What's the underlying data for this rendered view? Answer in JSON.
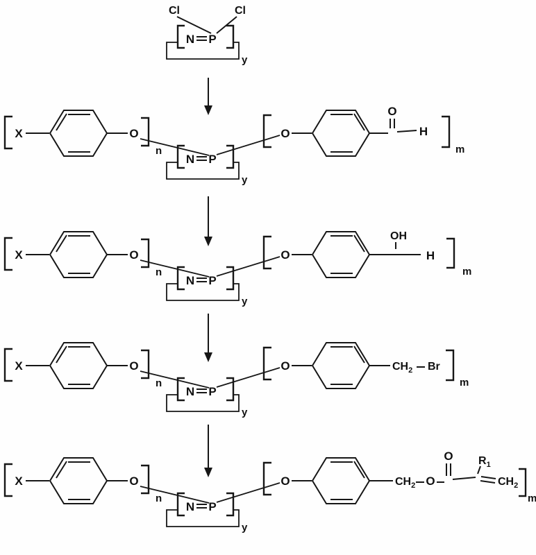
{
  "scheme": {
    "kind": "chemical-reaction-scheme",
    "steps_count": 5,
    "arrow_count": 4,
    "labels": {
      "Cl": "Cl",
      "N": "N",
      "P": "P",
      "O": "O",
      "X": "X",
      "H": "H",
      "OH": "OH",
      "CH": "CH",
      "Br": "Br",
      "R": "R",
      "sub2": "2",
      "sub1": "1",
      "y": "y",
      "n": "n",
      "m": "m"
    },
    "colors": {
      "ink": "#161616",
      "background": "#fefefe"
    }
  }
}
